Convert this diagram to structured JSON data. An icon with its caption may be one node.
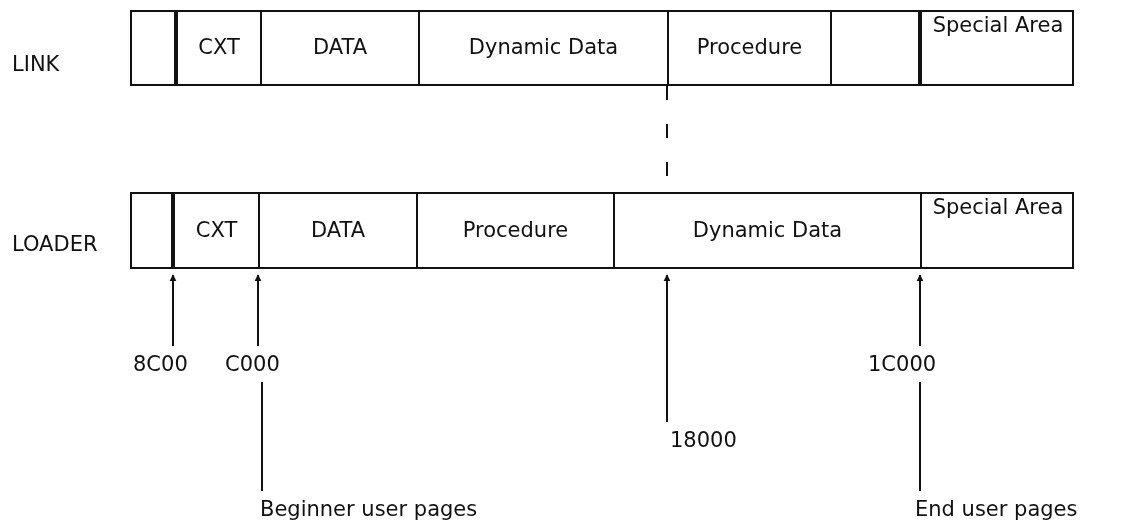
{
  "diagram": {
    "nodes": [
      {
        "text": [
          "LINK"
        ]
      },
      {
        "text": [],
        "shape": "box",
        "in": 0
      },
      {
        "text": [
          "CXT"
        ],
        "in": 0
      },
      {
        "text": [
          "DATA"
        ],
        "in": 0
      },
      {
        "text": [
          "Dynamic Data"
        ],
        "in": 0
      },
      {
        "text": [
          "Procedure"
        ],
        "in": 0
      },
      {
        "text": [],
        "shape": "box",
        "in": 0
      },
      {
        "text": [
          "Special Area"
        ],
        "in": 0
      },
      {
        "text": [
          "LOADER"
        ]
      },
      {
        "text": [],
        "shape": "box",
        "in": 8
      },
      {
        "text": [
          "CXT"
        ],
        "in": 8
      },
      {
        "text": [
          "DATA"
        ],
        "in": 8
      },
      {
        "text": [
          "Procedure"
        ],
        "in": 8
      },
      {
        "text": [
          "Dynamic Data"
        ],
        "in": 8
      },
      {
        "text": [
          "Special Area"
        ],
        "in": 8
      },
      {
        "text": [
          "8C00"
        ]
      },
      {
        "text": [
          "C000"
        ]
      },
      {
        "text": [
          "18000"
        ]
      },
      {
        "text": [
          "1C000"
        ]
      },
      {
        "text": [
          "Beginner user pages"
        ]
      },
      {
        "text": [
          "End user pages"
        ]
      }
    ],
    "edges": [
      {
        "from": 0,
        "to": 8,
        "arrow": "none",
        "style": "dashed"
      },
      {
        "from": 15,
        "to": 10,
        "arrow": "to"
      },
      {
        "from": 16,
        "to": 10,
        "arrow": "to"
      },
      {
        "from": 17,
        "to": 13,
        "arrow": "to"
      },
      {
        "from": 18,
        "to": 14,
        "arrow": "to"
      },
      {
        "from": 16,
        "to": 19,
        "arrow": "none"
      },
      {
        "from": 18,
        "to": 20,
        "arrow": "none"
      }
    ]
  }
}
